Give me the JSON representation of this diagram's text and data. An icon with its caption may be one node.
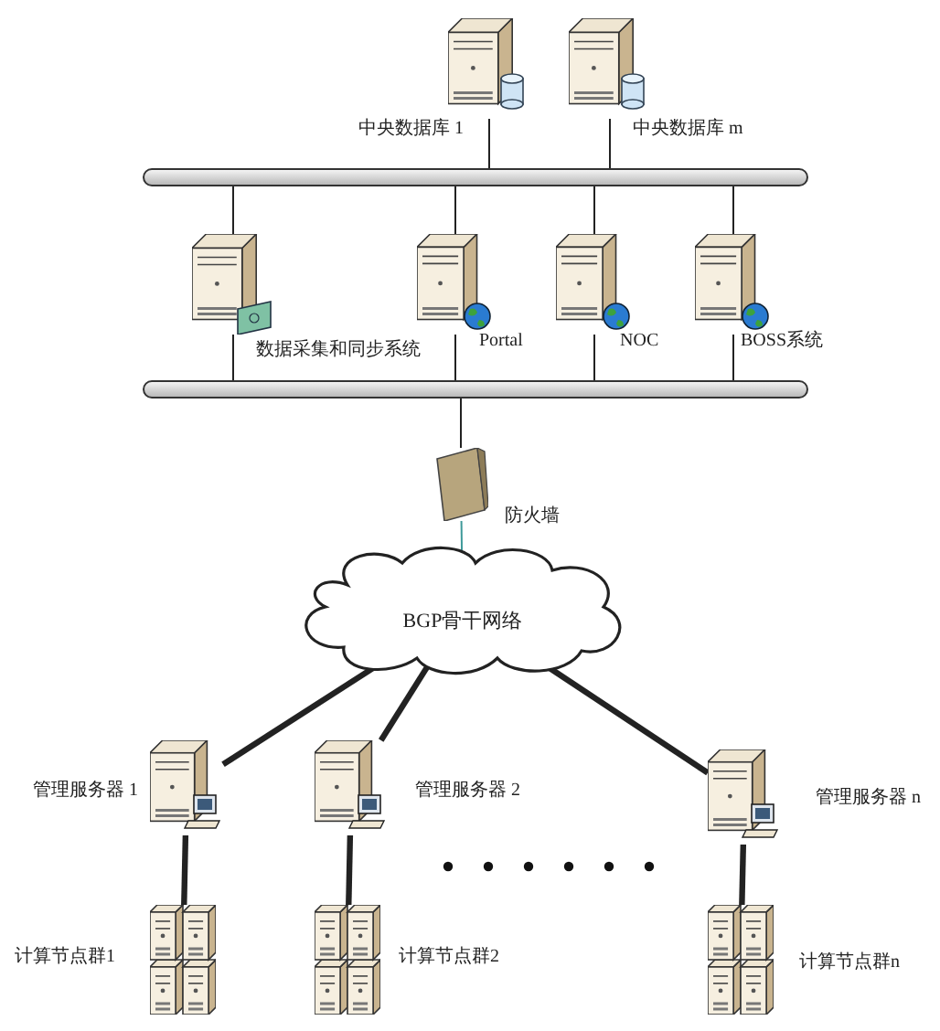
{
  "diagram": {
    "nodes": [
      {
        "text": [],
        "shape": "picture",
        "beside": [
          "中央数据库 1"
        ]
      },
      {
        "text": [],
        "shape": "picture",
        "beside": [
          "中央数据库 m"
        ]
      },
      {
        "text": [],
        "shape": "bar"
      },
      {
        "text": [],
        "shape": "picture",
        "beside": [
          "数据采集和同步系统"
        ]
      },
      {
        "text": [],
        "shape": "picture",
        "beside": [
          "Portal"
        ]
      },
      {
        "text": [],
        "shape": "picture",
        "beside": [
          "NOC"
        ]
      },
      {
        "text": [],
        "shape": "picture",
        "beside": [
          "BOSS系统"
        ]
      },
      {
        "text": [],
        "shape": "bar"
      },
      {
        "text": [],
        "shape": "picture",
        "beside": [
          "防火墙"
        ]
      },
      {
        "text": [
          "BGP骨干网络"
        ]
      },
      {
        "text": [],
        "shape": "picture",
        "beside": [
          "管理服务器 1"
        ]
      },
      {
        "text": [],
        "shape": "picture",
        "beside": [
          "管理服务器 2"
        ]
      },
      {
        "text": [],
        "shape": "picture",
        "beside": [
          "管理服务器 n"
        ]
      },
      {
        "text": [],
        "shape": "picture",
        "beside": [
          "计算节点群1"
        ]
      },
      {
        "text": [],
        "shape": "picture",
        "beside": [
          "计算节点群2"
        ]
      },
      {
        "text": [],
        "shape": "picture",
        "beside": [
          "计算节点群n"
        ]
      }
    ],
    "edges": [
      {
        "from": 0,
        "to": 2,
        "arrow": "none"
      },
      {
        "from": 1,
        "to": 2,
        "arrow": "none"
      },
      {
        "from": 2,
        "to": 3,
        "arrow": "none"
      },
      {
        "from": 2,
        "to": 4,
        "arrow": "none"
      },
      {
        "from": 2,
        "to": 5,
        "arrow": "none"
      },
      {
        "from": 2,
        "to": 6,
        "arrow": "none"
      },
      {
        "from": 3,
        "to": 7,
        "arrow": "none"
      },
      {
        "from": 4,
        "to": 7,
        "arrow": "none"
      },
      {
        "from": 5,
        "to": 7,
        "arrow": "none"
      },
      {
        "from": 6,
        "to": 7,
        "arrow": "none"
      },
      {
        "from": 7,
        "to": 8,
        "arrow": "none"
      },
      {
        "from": 8,
        "to": 9,
        "arrow": "none",
        "color": "#3f9a9a"
      },
      {
        "from": 9,
        "to": 10,
        "arrow": "none",
        "style": "thick"
      },
      {
        "from": 9,
        "to": 11,
        "arrow": "none",
        "style": "thick"
      },
      {
        "from": 9,
        "to": 12,
        "arrow": "none",
        "style": "thick"
      },
      {
        "from": 10,
        "to": 13,
        "arrow": "none",
        "style": "thick"
      },
      {
        "from": 11,
        "to": 14,
        "arrow": "none",
        "style": "thick"
      },
      {
        "from": 12,
        "to": 15,
        "arrow": "none",
        "style": "thick"
      }
    ]
  }
}
